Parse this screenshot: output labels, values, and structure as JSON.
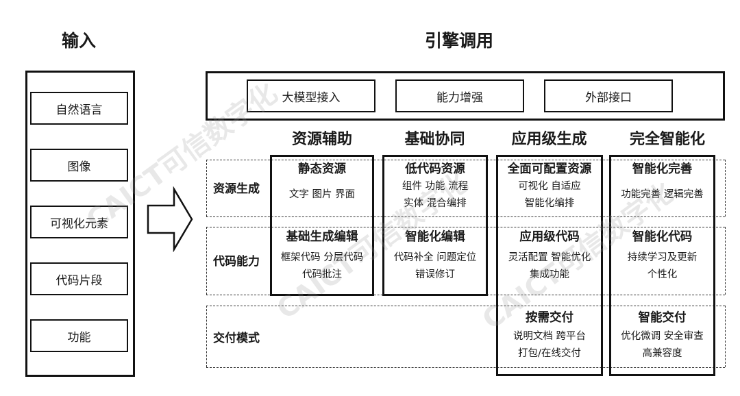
{
  "input": {
    "title": "输入",
    "items": [
      "自然语言",
      "图像",
      "可视化元素",
      "代码片段",
      "功能"
    ]
  },
  "engine": {
    "title": "引擎调用",
    "top_boxes": [
      "大模型接入",
      "能力增强",
      "外部接口"
    ],
    "columns": [
      "资源辅助",
      "基础协同",
      "应用级生成",
      "完全智能化"
    ],
    "rows": [
      "资源生成",
      "代码能力",
      "交付模式"
    ],
    "cells": {
      "r0": [
        {
          "title": "静态资源",
          "lines": [
            "文字 图片 界面"
          ]
        },
        {
          "title": "低代码资源",
          "lines": [
            "组件 功能 流程",
            "实体 混合编排"
          ]
        },
        {
          "title": "全面可配置资源",
          "lines": [
            "可视化 自适应",
            "智能化编排"
          ]
        },
        {
          "title": "智能化完善",
          "lines": [
            "功能完善 逻辑完善"
          ]
        }
      ],
      "r1": [
        {
          "title": "基础生成编辑",
          "lines": [
            "框架代码 分层代码",
            "代码批注"
          ]
        },
        {
          "title": "智能化编辑",
          "lines": [
            "代码补全 问题定位",
            "错误修订"
          ]
        },
        {
          "title": "应用级代码",
          "lines": [
            "灵活配置 智能优化",
            "集成功能"
          ]
        },
        {
          "title": "智能化代码",
          "lines": [
            "持续学习及更新",
            "个性化"
          ]
        }
      ],
      "r2": [
        {
          "title": "按需交付",
          "lines": [
            "说明文档 跨平台",
            "打包/在线交付"
          ]
        },
        {
          "title": "智能交付",
          "lines": [
            "优化微调 安全审查",
            "高兼容度"
          ]
        }
      ]
    }
  },
  "watermark": "CAICT可信数字化",
  "colors": {
    "stroke": "#111111",
    "dash": "#333333",
    "watermark": "#969696"
  }
}
